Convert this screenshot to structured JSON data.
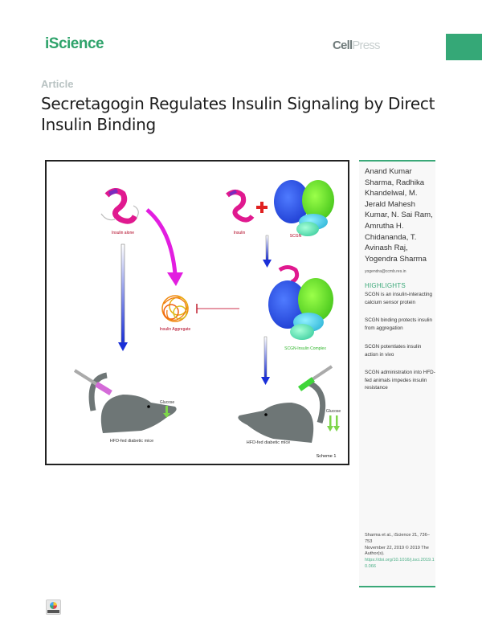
{
  "header": {
    "journal": "iScience",
    "publisher_cell": "Cell",
    "publisher_press": "Press",
    "accent_color": "#35a877"
  },
  "article": {
    "type": "Article",
    "title": "Secretagogin Regulates Insulin Signaling by Direct Insulin Binding"
  },
  "figure": {
    "label_insulin_alone": "Insulin alone",
    "label_insulin": "Insulin",
    "label_scgn": "SCGN",
    "label_aggregate": "Insulin Aggregate",
    "label_complex": "SCGN-Insulin Complex",
    "label_mouse_left": "HFD-fed diabetic mice",
    "label_mouse_right": "HFD-fed diabetic mice",
    "label_glucose_left": "Glucose",
    "label_glucose_right": "Glucose",
    "label_scheme": "Scheme 1"
  },
  "sidebar": {
    "authors": "Anand Kumar Sharma, Radhika Khandelwal, M. Jerald Mahesh Kumar, N. Sai Ram, Amrutha H. Chidananda, T. Avinash Raj, Yogendra Sharma",
    "email": "yogendra@ccmb.res.in",
    "highlights_title": "HIGHLIGHTS",
    "highlights": [
      "SCGN is an insulin-interacting calcium sensor protein",
      "SCGN binding protects insulin from aggregation",
      "SCGN potentiates insulin action in vivo",
      "SCGN administration into HFD-fed animals impedes insulin resistance"
    ],
    "citation_line1": "Sharma et al., iScience 21, 736–753",
    "citation_line2": "November 22, 2019 © 2019 The Author(s).",
    "doi": "https://doi.org/10.1016/j.isci.2019.10.066"
  },
  "footer": {
    "badge_icon": "check-for-updates-icon"
  }
}
